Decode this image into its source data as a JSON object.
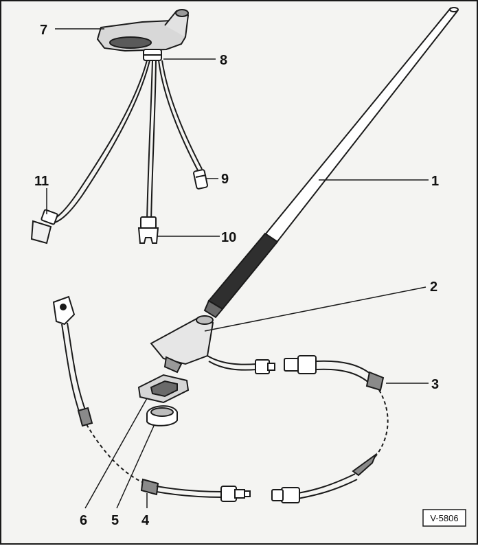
{
  "figure": {
    "reference_code": "V-5806",
    "callouts": [
      "1",
      "2",
      "3",
      "4",
      "5",
      "6",
      "7",
      "8",
      "9",
      "10",
      "11"
    ]
  },
  "parts": {
    "1": "antenna-mast",
    "2": "antenna-base",
    "3": "antenna-cable",
    "4": "cable-connector",
    "5": "clip-nut",
    "6": "seal-gasket",
    "7": "roof-antenna-base",
    "8": "grommet",
    "9": "connector-9",
    "10": "connector-10",
    "11": "connector-11"
  },
  "colors": {
    "line": "#1a1a1a",
    "background": "#f4f4f2",
    "part_fill": "#ffffff",
    "shade": "#bdbdbd",
    "dark": "#4a4a4a"
  }
}
